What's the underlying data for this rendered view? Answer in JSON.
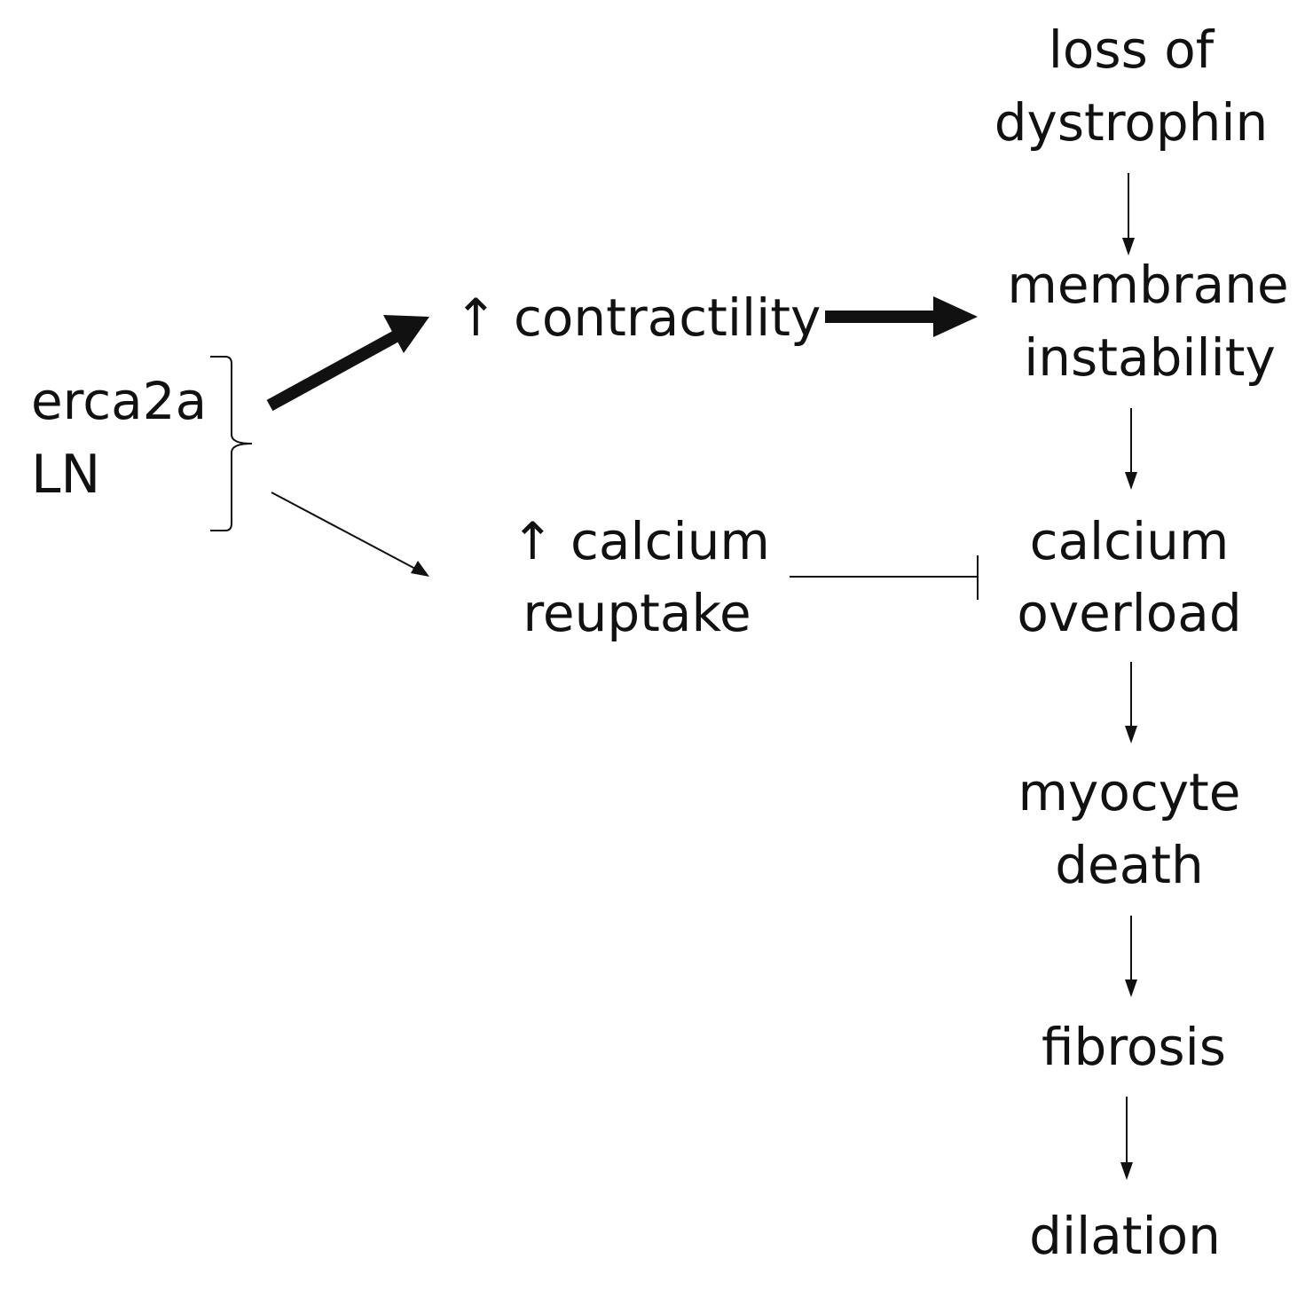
{
  "nodes": {
    "erca": "erca2a",
    "ln": "LN",
    "contractility": "↑ contractility",
    "calcium_reuptake_1": "↑ calcium",
    "calcium_reuptake_2": "reuptake",
    "loss_1": "loss of",
    "loss_2": "dystrophin",
    "membrane_1": "membrane",
    "membrane_2": "instability",
    "overload_1": "calcium",
    "overload_2": "overload",
    "death_1": "myocyte",
    "death_2": "death",
    "fibrosis": "fibrosis",
    "dilation": "dilation"
  }
}
